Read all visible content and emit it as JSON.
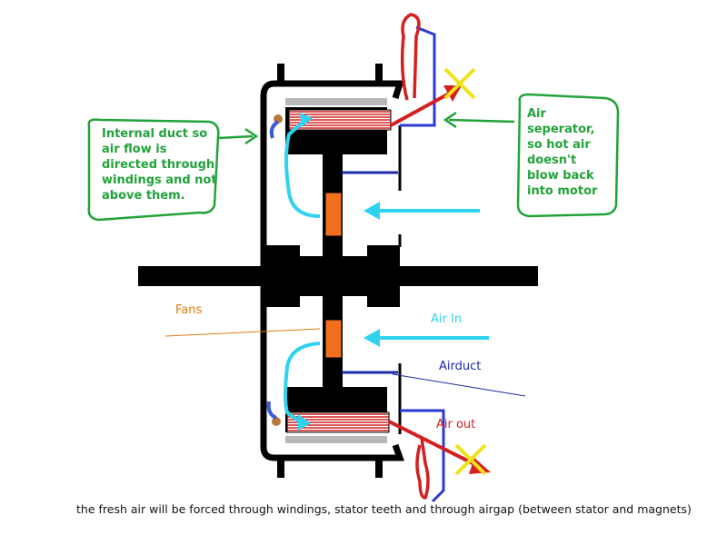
{
  "labels": {
    "internal_duct": "Internal duct so\nair flow is\ndirected through\nwindings and not\nabove them.",
    "air_separator": "Air\nseperator,\nso hot air\ndoesn't\nblow back\ninto motor",
    "fans": "Fans",
    "air_in": "Air In",
    "airduct": "Airduct",
    "air_out": "Air out",
    "caption": "the fresh air will be forced through windings, stator teeth and through airgap (between stator and magnets)"
  },
  "colors": {
    "body": "#000000",
    "stator_winding": "#d42020",
    "fan": "#f07020",
    "air_in": "#2fd3ee",
    "airduct": "#1c2aa8",
    "hot_air": "#d42020",
    "annotation": "#22a33a",
    "blocked_mark": "#f2e21a",
    "internal_duct": "#3a5ad8"
  }
}
